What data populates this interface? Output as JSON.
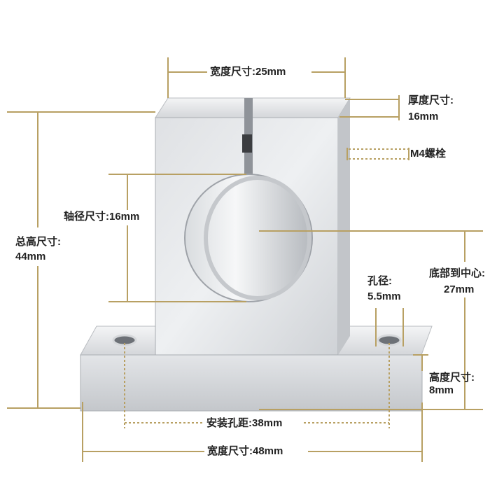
{
  "labels": {
    "top_width": "宽度尺寸:25mm",
    "thickness_title": "厚度尺寸:",
    "thickness_value": "16mm",
    "bolt": "M4螺栓",
    "shaft_dia": "轴径尺寸:16mm",
    "total_height_title": "总高尺寸:",
    "total_height_value": "44mm",
    "center_height_title": "底部到中心:",
    "center_height_value": "27mm",
    "hole_dia_title": "孔径:",
    "hole_dia_value": "5.5mm",
    "base_height_title": "高度尺寸:",
    "base_height_value": "8mm",
    "mount_spacing": "安装孔距:38mm",
    "base_width": "宽度尺寸:48mm"
  },
  "colors": {
    "dimension_line": "#b8a063",
    "label_text": "#222222",
    "metal_light": "#e9eaec",
    "metal_mid": "#c9cbcf",
    "metal_dark": "#9ea2a8",
    "background": "#ffffff"
  }
}
